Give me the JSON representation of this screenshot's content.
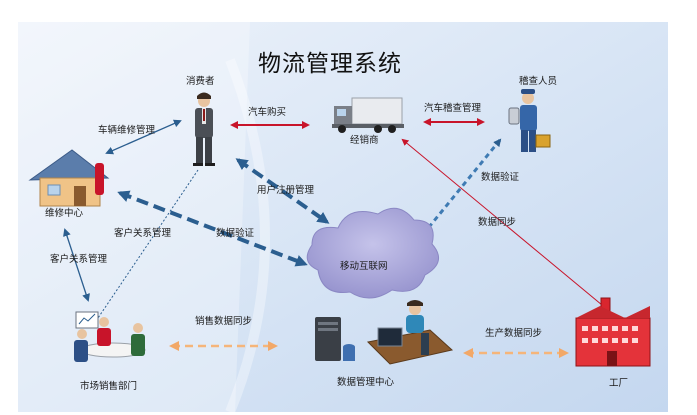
{
  "title": "物流管理系统",
  "nodes": {
    "consumer": "消费者",
    "dealer": "经销商",
    "inspector": "稽查人员",
    "repair": "维修中心",
    "internet": "移动互联网",
    "marketing": "市场销售部门",
    "datacenter": "数据管理中心",
    "factory": "工厂"
  },
  "edges": {
    "car_purchase": "汽车购买",
    "car_inspection": "汽车稽查管理",
    "repair_mgmt": "车辆维修管理",
    "user_registration": "用户注册管理",
    "data_verify_inspector": "数据验证",
    "data_sync_factory": "数据同步",
    "crm_marketing": "客户关系管理",
    "data_verify_repair": "数据验证",
    "crm_repair": "客户关系管理",
    "sales_sync": "销售数据同步",
    "production_sync": "生产数据同步"
  },
  "colors": {
    "arrow_red": "#c8142a",
    "arrow_blue": "#2b5e8f",
    "arrow_orange": "#f5b57a",
    "cloud": "#a9a7d8"
  }
}
